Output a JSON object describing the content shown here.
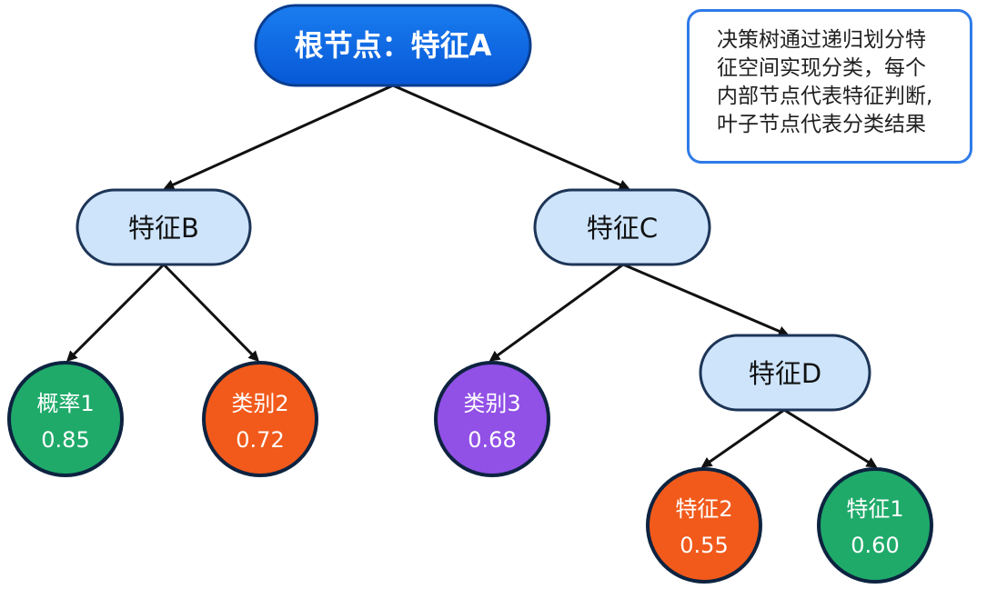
{
  "root": {
    "label": "根节点：特征A"
  },
  "nodes": {
    "b": {
      "label": "特征B"
    },
    "c": {
      "label": "特征C"
    },
    "d": {
      "label": "特征D"
    }
  },
  "leaves": {
    "l1": {
      "name": "概率1",
      "value": "0.85"
    },
    "l2": {
      "name": "类别2",
      "value": "0.72"
    },
    "l3": {
      "name": "类别3",
      "value": "0.68"
    },
    "l4": {
      "name": "特征2",
      "value": "0.55"
    },
    "l5": {
      "name": "特征1",
      "value": "0.60"
    }
  },
  "note": {
    "lines": [
      "决策树通过递归划分特",
      "征空间实现分类，每个",
      "内部节点代表特征判断,",
      "叶子节点代表分类结果"
    ]
  },
  "colors": {
    "root_fill": "#0b63e5",
    "root_border": "#0a3d8f",
    "internal_fill": "#cde4fb",
    "internal_border": "#1d3557",
    "leaf_green": "#1faa6a",
    "leaf_orange": "#f15a1b",
    "leaf_purple": "#9150e6",
    "node_outline": "#0d2340",
    "edge": "#111111",
    "note_border": "#2f7be8"
  }
}
